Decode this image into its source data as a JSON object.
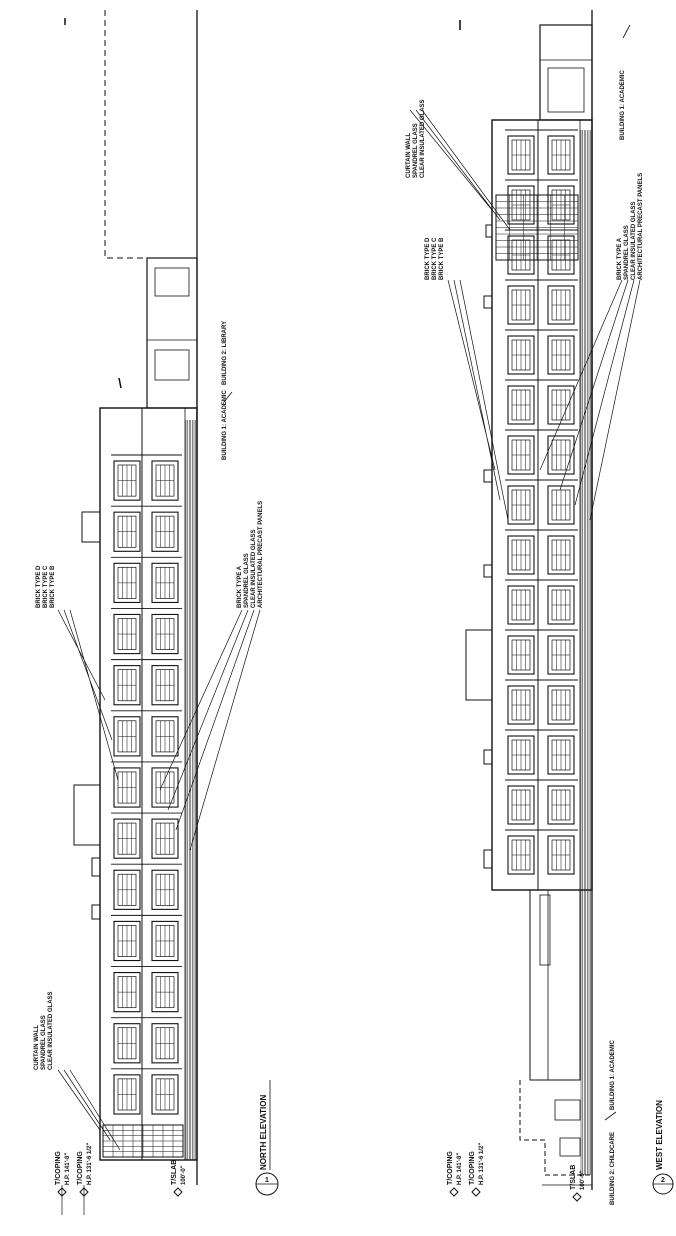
{
  "drawing": {
    "elevations": [
      {
        "id": "north",
        "title": "NORTH ELEVATION",
        "number": "1",
        "bay_count": 13,
        "levels": [
          {
            "name": "T/COPING",
            "value": "H.P. 141'-8\""
          },
          {
            "name": "T/COPING",
            "value": "H.P. 131'-6 1/2\""
          },
          {
            "name": "T/SLAB",
            "value": "100'-0\""
          }
        ],
        "notes_top": [
          "CURTAIN WALL",
          "SPANDREL GLASS",
          "CLEAR INSULATED GLASS"
        ],
        "notes_mid_upper": [
          "BRICK TYPE D",
          "BRICK TYPE C",
          "BRICK TYPE B"
        ],
        "notes_mid_lower": [
          "BRICK TYPE A",
          "SPANDREL GLASS",
          "CLEAR INSULATED GLASS",
          "ARCHITECTURAL PRECAST PANELS"
        ],
        "building_labels": [
          "BUILDING 1: ACADEMIC",
          "BUILDING 2: LIBRARY"
        ]
      },
      {
        "id": "west",
        "title": "WEST ELEVATION",
        "number": "2",
        "bay_count": 15,
        "levels": [
          {
            "name": "T/COPING",
            "value": "H.P. 141'-8\""
          },
          {
            "name": "T/COPING",
            "value": "H.P. 131'-6 1/2\""
          },
          {
            "name": "T/SLAB",
            "value": "100'-0\""
          }
        ],
        "notes_upper": [
          "BRICK TYPE D",
          "BRICK TYPE C",
          "BRICK TYPE B"
        ],
        "notes_lower": [
          "BRICK TYPE A",
          "SPANDREL GLASS",
          "CLEAR INSULATED GLASS",
          "ARCHITECTURAL PRECAST PANELS"
        ],
        "notes_top": [
          "CURTAIN WALL",
          "SPANDREL GLASS",
          "CLEAR INSULATED GLASS"
        ],
        "building_labels": [
          "BUILDING 2: CHILDCARE",
          "BUILDING 1: ACADEMIC"
        ],
        "building_label_top": "BUILDING 1: ACADEMIC"
      }
    ]
  }
}
